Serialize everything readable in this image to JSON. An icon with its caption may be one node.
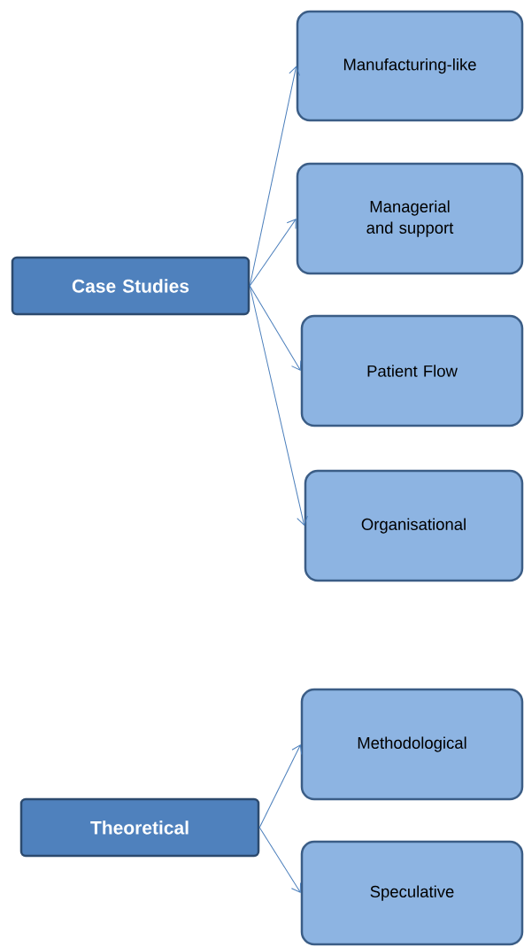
{
  "diagram": {
    "nodes": [
      {
        "text": [
          "Case Studies"
        ]
      },
      {
        "text": [
          "Manufacturing-like"
        ]
      },
      {
        "text": [
          "Managerial and support"
        ]
      },
      {
        "text": [
          "Patient Flow"
        ]
      },
      {
        "text": [
          "Organisational"
        ]
      },
      {
        "text": [
          "Theoretical"
        ]
      },
      {
        "text": [
          "Methodological"
        ]
      },
      {
        "text": [
          "Speculative"
        ]
      }
    ],
    "edges": [
      {
        "from": 0,
        "to": 1,
        "arrow": "to"
      },
      {
        "from": 0,
        "to": 2,
        "arrow": "to"
      },
      {
        "from": 0,
        "to": 3,
        "arrow": "to"
      },
      {
        "from": 0,
        "to": 4,
        "arrow": "to"
      },
      {
        "from": 5,
        "to": 6,
        "arrow": "to"
      },
      {
        "from": 5,
        "to": 7,
        "arrow": "to"
      }
    ]
  }
}
